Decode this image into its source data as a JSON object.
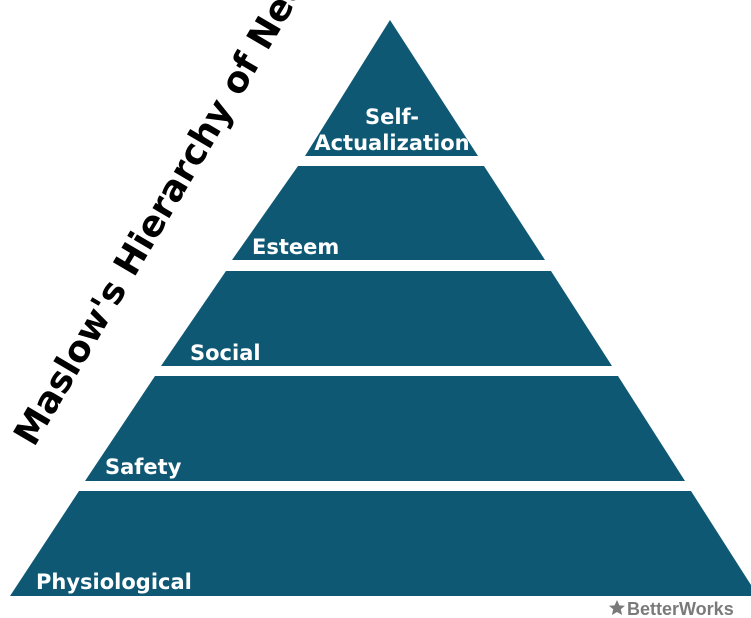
{
  "title": "Maslow's Hierarchy of Needs",
  "tiers": [
    {
      "label_line1": "Self-",
      "label_line2": "Actualization"
    },
    {
      "label": "Esteem"
    },
    {
      "label": "Social"
    },
    {
      "label": "Safety"
    },
    {
      "label": "Physiological"
    }
  ],
  "brand": "BetterWorks",
  "colors": {
    "tier_fill": "#0e5874",
    "label_text": "#ffffff",
    "title_text": "#000000",
    "brand_text": "#7a7a7a"
  }
}
